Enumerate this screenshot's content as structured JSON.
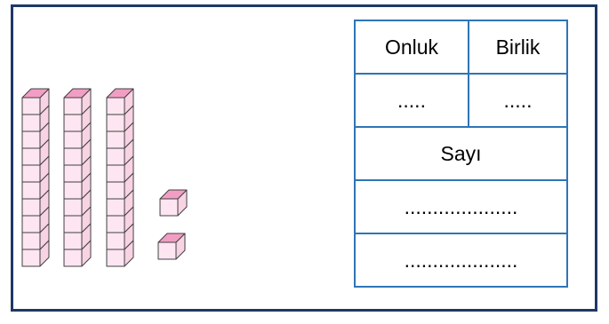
{
  "model": {
    "tens_rods": 3,
    "unit_cubes": 2,
    "cubes_per_rod": 10,
    "face_color": "#fde6f1",
    "top_color": "#f29ec4",
    "side_color": "#f8d3e3",
    "edge_color": "#404040"
  },
  "table": {
    "header_tens": "Onluk",
    "header_ones": "Birlik",
    "blank_tens": ".....",
    "blank_ones": ".....",
    "number_label": "Sayı",
    "blank_number_1": "....................",
    "blank_number_2": "...................."
  },
  "colors": {
    "frame_border": "#1f3864",
    "table_border": "#2e75b6"
  }
}
